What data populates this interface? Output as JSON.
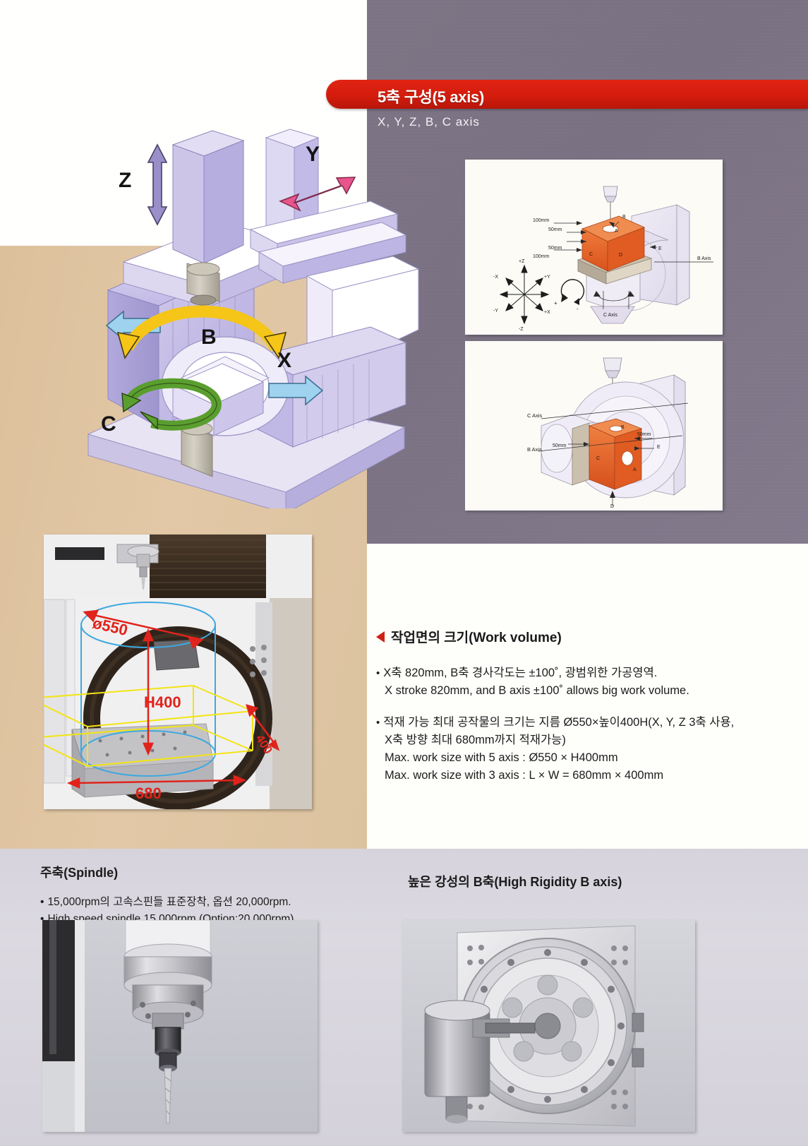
{
  "banner": {
    "title": "5축 구성(5 axis)",
    "subtitle": "X, Y, Z, B, C  axis"
  },
  "machine_illustration": {
    "axis_labels": {
      "z": "Z",
      "y": "Y",
      "x": "X",
      "b": "B",
      "c": "C"
    }
  },
  "diagram_top": {
    "dim_100_upper": "100mm",
    "dim_50_upper": "50mm",
    "dim_50_lower": "50mm",
    "dim_100_lower": "100mm",
    "face_a": "A",
    "face_b": "B",
    "face_c": "C",
    "face_d": "D",
    "face_e": "E",
    "b_axis": "B Axis",
    "c_axis": "C Axis",
    "coord_plus_z": "+Z",
    "coord_minus_z": "-Z",
    "coord_plus_y": "+Y",
    "coord_minus_y": "-Y",
    "coord_plus_x": "+X",
    "coord_minus_x": "-X",
    "rot_plus": "+",
    "rot_minus": "-"
  },
  "diagram_bottom": {
    "c_axis": "C Axis",
    "b_axis": "B Axis",
    "dim_50_left": "50mm",
    "dim_50_right": "50mm",
    "face_a": "A",
    "face_b": "B",
    "face_c": "C",
    "face_d": "D",
    "face_e": "E"
  },
  "work_photo": {
    "dim_diameter": "ø550",
    "dim_height": "H400",
    "dim_length": "680",
    "dim_width": "400"
  },
  "work_volume": {
    "heading": "작업면의 크기(Work  volume)",
    "items": [
      {
        "l1": "X축 820mm, B축 경사각도는 ±100˚, 광범위한 가공영역.",
        "l2": "X stroke 820mm, and B axis ±100˚ allows big work volume."
      },
      {
        "l1": "적재 가능 최대 공작물의 크기는 지름 Ø550×높이400H(X, Y, Z 3축 사용,",
        "l2": "X축 방향 최대 680mm까지 적재가능)",
        "l3": "Max. work size with 5 axis : Ø550 × H400mm",
        "l4": "Max. work size with 3 axis : L × W = 680mm × 400mm"
      }
    ]
  },
  "spindle": {
    "heading": "주축(Spindle)",
    "line_ko": "15,000rpm의 고속스핀들 표준장착, 옵션 20,000rpm.",
    "line_en": "High speed spindle 15,000rpm (Option:20,000rpm)"
  },
  "b_axis": {
    "heading": "높은 강성의 B축(High  Rigidity  B  axis)"
  },
  "colors": {
    "banner_red": "#d41c0c",
    "accent_red": "#cf1f12",
    "panel_gray": "#7d7485",
    "tan": "#dcc09c",
    "bottom_gray": "#d6d3dc",
    "arrow_yellow": "#f5c518",
    "arrow_green": "#5a9e2f",
    "arrow_blue": "#8fcdea",
    "arrow_pink": "#e8548c",
    "arrow_purple": "#9a8fc9",
    "work_orange": "#e8642a"
  }
}
